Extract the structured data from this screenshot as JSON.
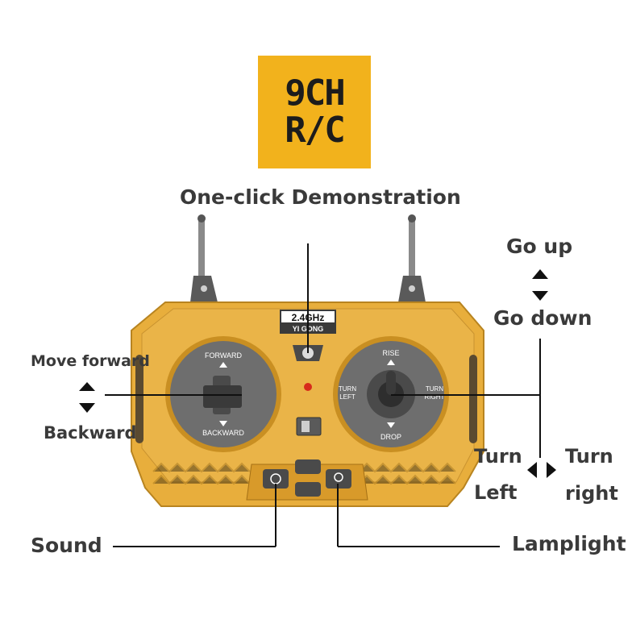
{
  "badge": {
    "line1": "9CH",
    "line2": "R/C"
  },
  "labels": {
    "demo": "One-click Demonstration",
    "go_up": "Go up",
    "go_down": "Go down",
    "move_forward": "Move forward",
    "backward": "Backward",
    "turn_left_1": "Turn",
    "turn_left_2": "Left",
    "turn_right_1": "Turn",
    "turn_right_2": "right",
    "sound": "Sound",
    "lamplight": "Lamplight"
  },
  "remote": {
    "freq": "2.4GHz",
    "brand": "YI GONG",
    "left_stick": {
      "top": "FORWARD",
      "bottom": "BACKWARD"
    },
    "right_stick": {
      "top": "RISE",
      "bottom": "DROP",
      "left_1": "TURN",
      "left_2": "LEFT",
      "right_1": "TURN",
      "right_2": "RIGHT"
    }
  },
  "colors": {
    "body": "#e8ae3c",
    "body_dark": "#c98f22",
    "badge": "#f2b21c",
    "dial": "#6e6e6e",
    "text": "#3a3a3a"
  }
}
